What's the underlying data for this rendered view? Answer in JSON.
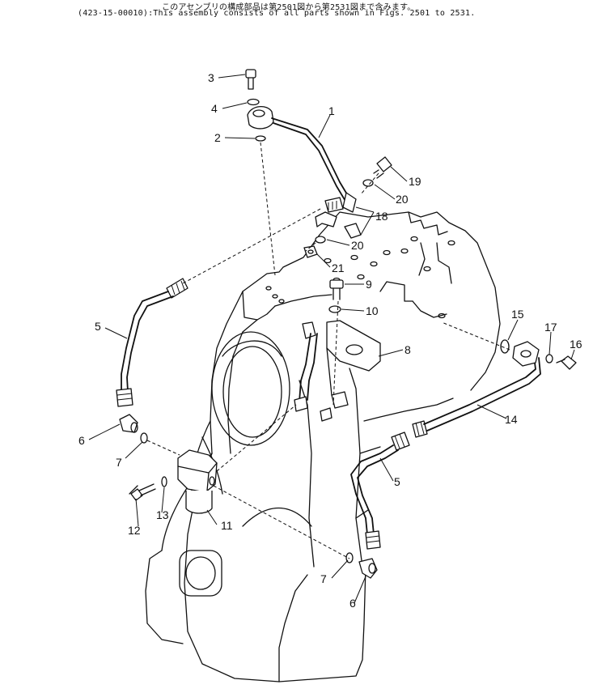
{
  "header": {
    "note_jp": "このアセンブリの構成部品は第2501図から第2531図まで含みます。",
    "note_en": "(423-15-00010):This assembly consists of all parts shown in Figs. 2501 to 2531."
  },
  "callouts": {
    "c1": "1",
    "c2": "2",
    "c3": "3",
    "c4": "4",
    "c5a": "5",
    "c5b": "5",
    "c6a": "6",
    "c6b": "6",
    "c7a": "7",
    "c7b": "7",
    "c8": "8",
    "c9": "9",
    "c10": "10",
    "c11": "11",
    "c12": "12",
    "c13": "13",
    "c14": "14",
    "c15": "15",
    "c16": "16",
    "c17": "17",
    "c18": "18",
    "c19": "19",
    "c20a": "20",
    "c20b": "20",
    "c21": "21"
  }
}
